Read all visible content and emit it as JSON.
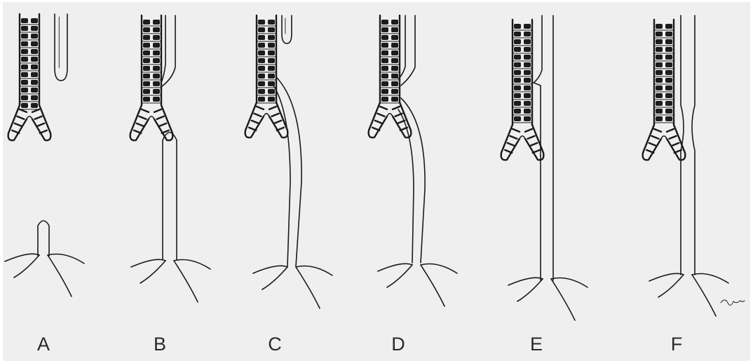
{
  "figure": {
    "background": "#efefef",
    "ink_color": "#1a1a1a",
    "panels": [
      {
        "label": "A",
        "variant": "atresia-no-fistula"
      },
      {
        "label": "B",
        "variant": "proximal-fistula"
      },
      {
        "label": "C",
        "variant": "distal-fistula"
      },
      {
        "label": "D",
        "variant": "double-fistula"
      },
      {
        "label": "E",
        "variant": "h-type-fistula"
      },
      {
        "label": "F",
        "variant": "isolated-stenosis"
      }
    ],
    "signature": "Fr. Ln."
  }
}
